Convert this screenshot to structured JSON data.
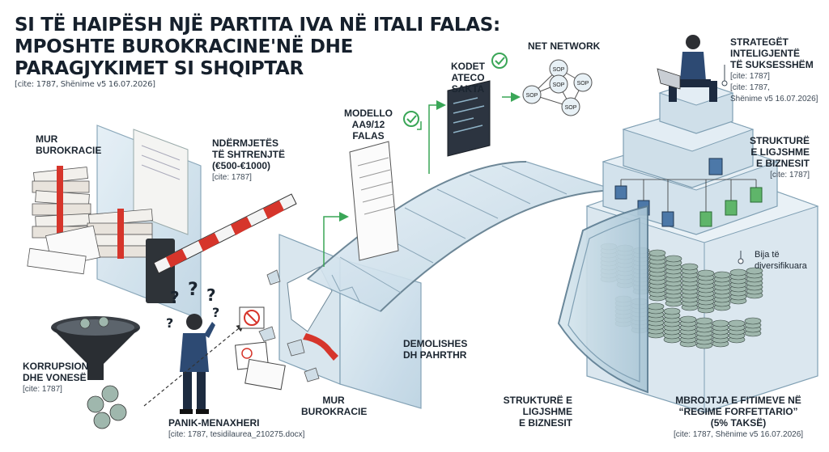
{
  "title": {
    "line1": "SI TË HAIPËSH NJË PARTITA IVA NË ITALI FALAS:",
    "line2": "MPOSHTE BUROKRACINE'NË DHE",
    "line3": "PARAGJYKIMET SI SHQIPTAR",
    "cite": "[cite: 1787, Shënime v5 16.07.2026]"
  },
  "labels": {
    "mur_top": {
      "line1": "MUR",
      "line2": "BUROKRACIE"
    },
    "ndermjetes": {
      "line1": "NDËRMJETËS",
      "line2": "TË SHTRENJTË",
      "line3": "(€500-€1000)",
      "cite": "[cite: 1787]"
    },
    "modello": {
      "line1": "MODELLO",
      "line2": "AA9/12",
      "line3": "FALAS"
    },
    "kodet": {
      "line1": "KODET",
      "line2": "ATECO",
      "line3": "SAKTA"
    },
    "net": {
      "text": "NET NETWORK"
    },
    "sop_nodes": [
      "SOP",
      "SOP",
      "SOP",
      "SOP",
      "SOP"
    ],
    "strateget": {
      "line1": "STRATEGËT",
      "line2": "INTELIGJENTË",
      "line3": "TË SUKSESSHËM",
      "cite1": "[cite: 1787]",
      "cite2": "[cite: 1787,",
      "cite3": "Shënime v5 16.07.2026]"
    },
    "strukture_right": {
      "line1": "STRUKTURË",
      "line2": "E LIGJSHME",
      "line3": "E BIZNESIT",
      "cite": "[cite: 1787]"
    },
    "bija": {
      "line1": "Bija të",
      "line2": "diversifikuara"
    },
    "korrupsion": {
      "line1": "KORRUPSION",
      "line2": "DHE VONESË",
      "cite": "[cite: 1787]"
    },
    "panik": {
      "text": "PANIK-MENAXHERI",
      "cite": "[cite: 1787, tesidilaurea_210275.docx]"
    },
    "mur_bottom": {
      "line1": "MUR",
      "line2": "BUROKRACIE"
    },
    "demolishes": {
      "line1": "DEMOLISHES",
      "line2": "DH PAHRTHR"
    },
    "strukture_bottom": {
      "line1": "STRUKTURË E",
      "line2": "LIGJSHME",
      "line3": "E BIZNESIT"
    },
    "mbrojtja": {
      "line1": "MBROJTJA E FITIMEVE NË",
      "line2": "“REGIME FORFETTARIO”",
      "line3": "(5% TAKSË)",
      "cite": "[cite: 1787, Shënime v5 16.07.2026]"
    }
  },
  "colors": {
    "ink": "#1b2530",
    "glass": "#cfe2ee",
    "glass_stroke": "#7f9fb3",
    "red": "#d6352b",
    "green": "#3aa657",
    "coin": "#9fb7ad",
    "navy": "#2d4a73"
  }
}
